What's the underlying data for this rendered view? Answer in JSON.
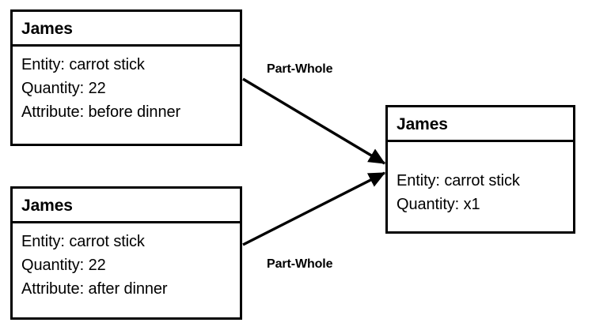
{
  "diagram": {
    "background_color": "#ffffff",
    "stroke_color": "#000000",
    "nodes": [
      {
        "id": "top-left",
        "header": "James",
        "attributes": [
          "Entity: carrot stick",
          "Quantity: 22",
          "Attribute: before dinner"
        ]
      },
      {
        "id": "bottom-left",
        "header": "James",
        "attributes": [
          "Entity: carrot stick",
          "Quantity: 22",
          "Attribute: after dinner"
        ]
      },
      {
        "id": "right",
        "header": "James",
        "attributes": [
          "Entity: carrot stick",
          "Quantity: x1"
        ]
      }
    ],
    "edges": [
      {
        "id": "upper",
        "label": "Part-Whole",
        "from": "top-left",
        "to": "right",
        "arrowhead": "filled-triangle"
      },
      {
        "id": "lower",
        "label": "Part-Whole",
        "from": "bottom-left",
        "to": "right",
        "arrowhead": "filled-triangle"
      }
    ]
  }
}
